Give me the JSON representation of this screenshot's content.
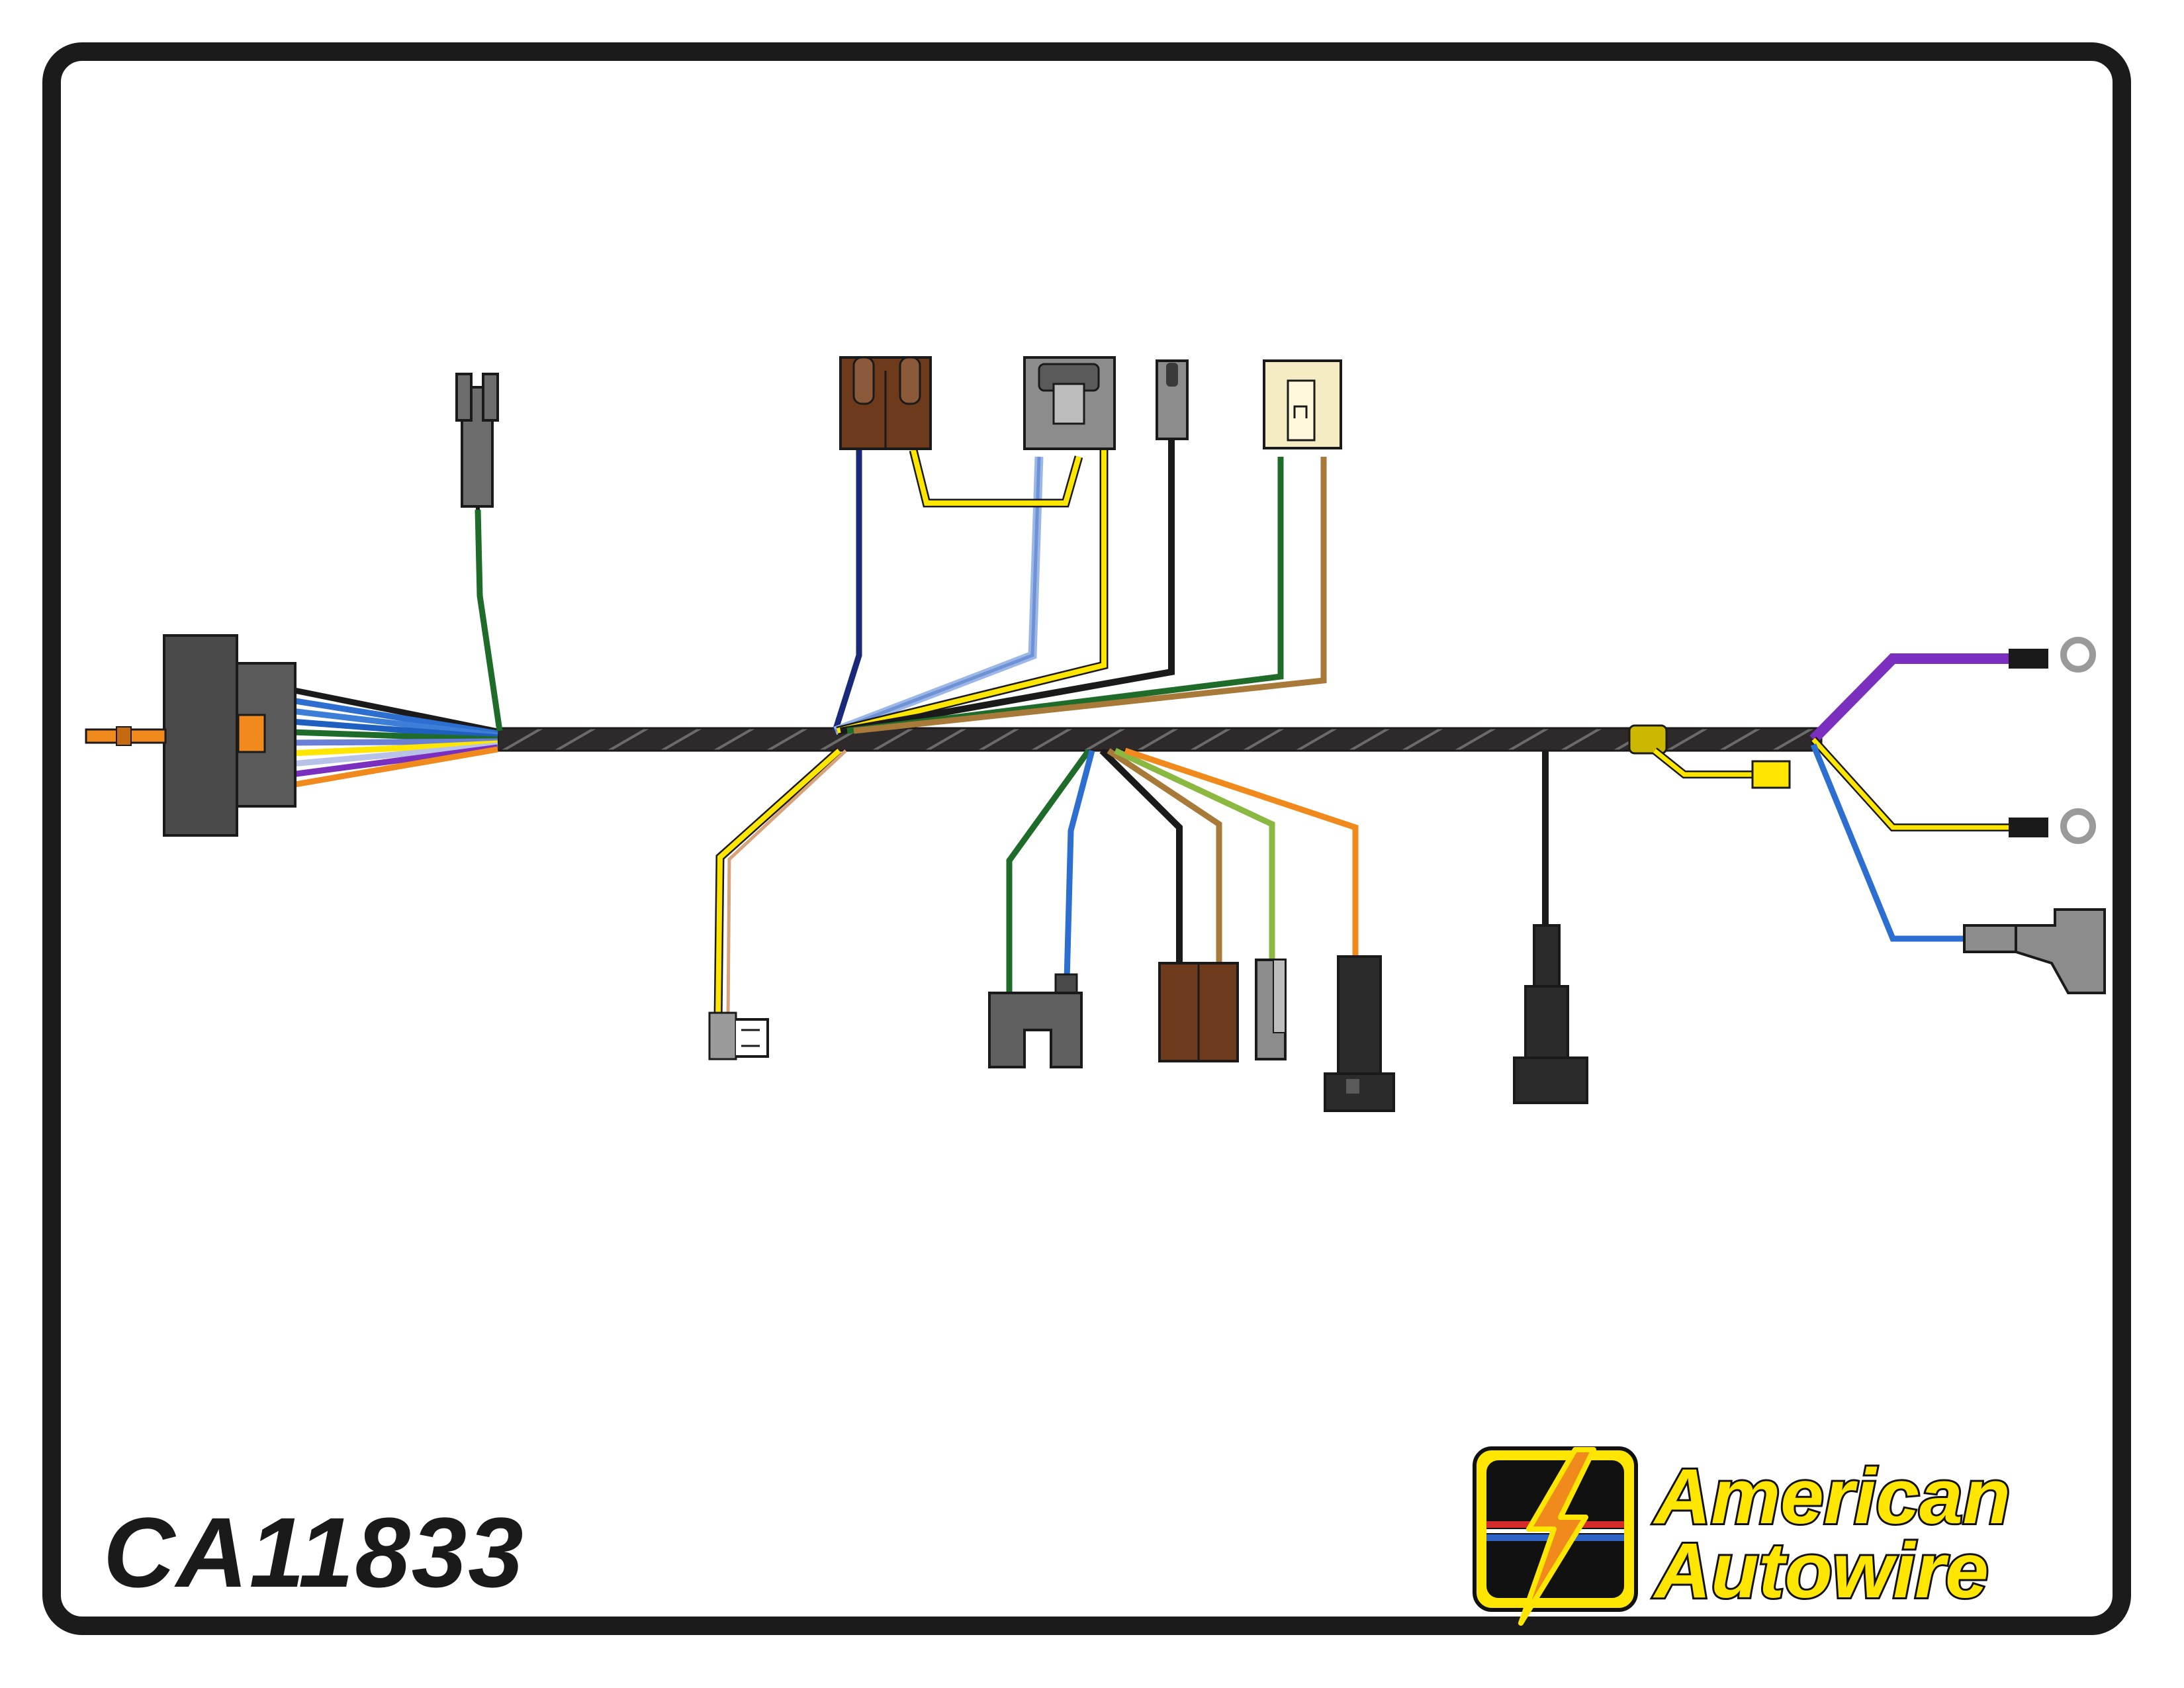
{
  "diagram": {
    "part_number": "CA11833",
    "brand": {
      "line1": "American",
      "line2": "Autowire"
    },
    "colors": {
      "frame": "#1b1b1b",
      "trunk": "#2e2a2b",
      "brand_yellow": "#ffe600",
      "badge_red": "#d62b2b",
      "badge_blue": "#2d63c7",
      "badge_orange": "#f08a1c"
    },
    "icons": [
      "lightning-bolt-icon"
    ]
  }
}
